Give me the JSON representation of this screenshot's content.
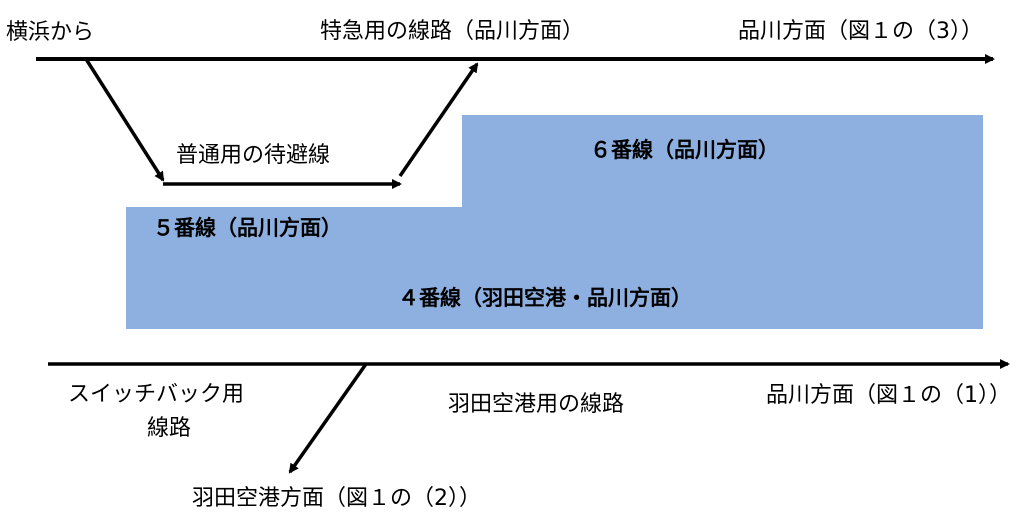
{
  "labels": {
    "from_yokohama": "横浜から",
    "express_track": "特急用の線路（品川方面）",
    "shinagawa_top": "品川方面（図１の（3））",
    "local_siding": "普通用の待避線",
    "switchback_line1": "スイッチバック用",
    "switchback_line2": "線路",
    "haneda_track": "羽田空港用の線路",
    "shinagawa_bottom": "品川方面（図１の（1））",
    "haneda_direction": "羽田空港方面（図１の（2））"
  },
  "platforms": {
    "track6": "６番線（品川方面）",
    "track5": "５番線（品川方面）",
    "track4": "４番線（羽田空港・品川方面）"
  },
  "colors": {
    "platform": "#8eb0e0",
    "line": "#000000"
  }
}
